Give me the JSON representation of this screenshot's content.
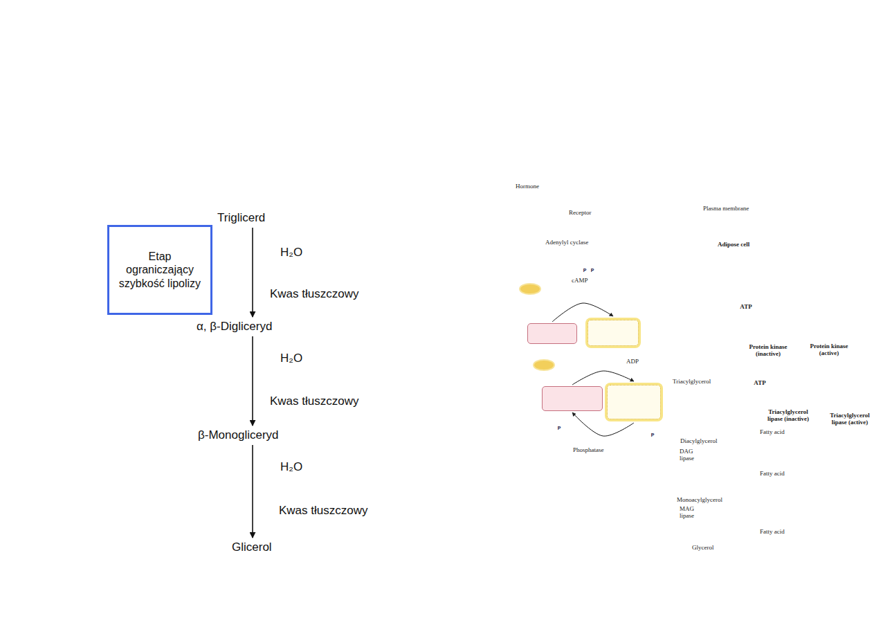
{
  "diagram": {
    "nodes": [
      {
        "text": [
          "Triglicerd"
        ]
      },
      {
        "text": [
          "Etap ograniczający szybkość lipolizy"
        ]
      },
      {
        "text": [
          "α, β-Digliceryd"
        ]
      },
      {
        "text": [
          "β-Monogliceryd"
        ]
      },
      {
        "text": [
          "Glicerol"
        ]
      },
      {
        "text": [
          "Adipose cell"
        ]
      },
      {
        "text": [
          "ATP"
        ],
        "in": 5
      },
      {
        "text": [
          "Protein kinase (inactive)"
        ],
        "in": 5
      },
      {
        "text": [
          "Protein kinase (active)"
        ],
        "in": 5
      },
      {
        "text": [
          "ATP"
        ],
        "in": 5
      },
      {
        "text": [
          "Triacylglycerol lipase (inactive)"
        ],
        "in": 5
      },
      {
        "text": [
          "Triacylglycerol lipase (active)"
        ],
        "in": 5
      }
    ],
    "edges": [
      {
        "from": 0,
        "to": 2,
        "arrow": "to"
      },
      {
        "from": 2,
        "to": 3,
        "arrow": "to"
      },
      {
        "from": 3,
        "to": 4,
        "arrow": "to"
      },
      {
        "from": 7,
        "to": 8,
        "arrow": "to"
      },
      {
        "from": 10,
        "to": 11,
        "arrow": "to"
      },
      {
        "from": 11,
        "to": 10,
        "arrow": "to"
      }
    ],
    "labels": [
      "H₂O",
      "Kwas tłuszczowy",
      "H₂O",
      "Kwas tłuszczowy",
      "H₂O",
      "Kwas tłuszczowy",
      "Hormone",
      "Receptor",
      "Plasma membrane",
      "Adenylyl cyclase",
      "P",
      "P",
      "cAMP",
      "ADP",
      "P",
      "P",
      "Phosphatase",
      "Triacylglycerol",
      "Fatty acid",
      "Diacylglycerol",
      "DAG lipase",
      "Fatty acid",
      "Monoacylglycerol",
      "MAG lipase",
      "Fatty acid",
      "Glycerol"
    ]
  }
}
